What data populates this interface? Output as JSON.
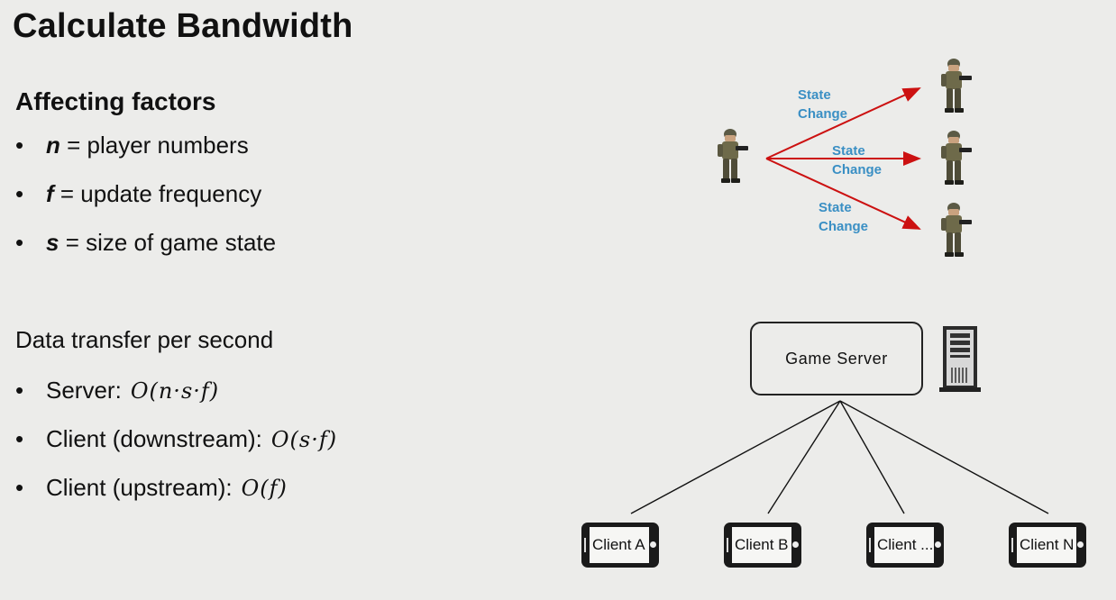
{
  "title": "Calculate Bandwidth",
  "factors": {
    "heading": "Affecting factors",
    "items": [
      {
        "var": "n",
        "text": " = player numbers"
      },
      {
        "var": "f",
        "text": " = update frequency"
      },
      {
        "var": "s",
        "text": " = size of game state"
      }
    ]
  },
  "transfer": {
    "heading": "Data transfer per second",
    "items": [
      {
        "label": "Server:",
        "formula": "O(n·s·f)"
      },
      {
        "label": "Client (downstream):",
        "formula": "O(s·f)"
      },
      {
        "label": "Client (upstream):",
        "formula": "O(f)"
      }
    ]
  },
  "diagram": {
    "arrows": [
      {
        "line1": "State",
        "line2": "Change"
      },
      {
        "line1": "State",
        "line2": "Change"
      },
      {
        "line1": "State",
        "line2": "Change"
      }
    ],
    "arrow_color": "#cc1111",
    "label_color": "#3a8fc4",
    "server_label": "Game Server",
    "clients": [
      "Client A",
      "Client B",
      "Client ...",
      "Client N"
    ]
  }
}
